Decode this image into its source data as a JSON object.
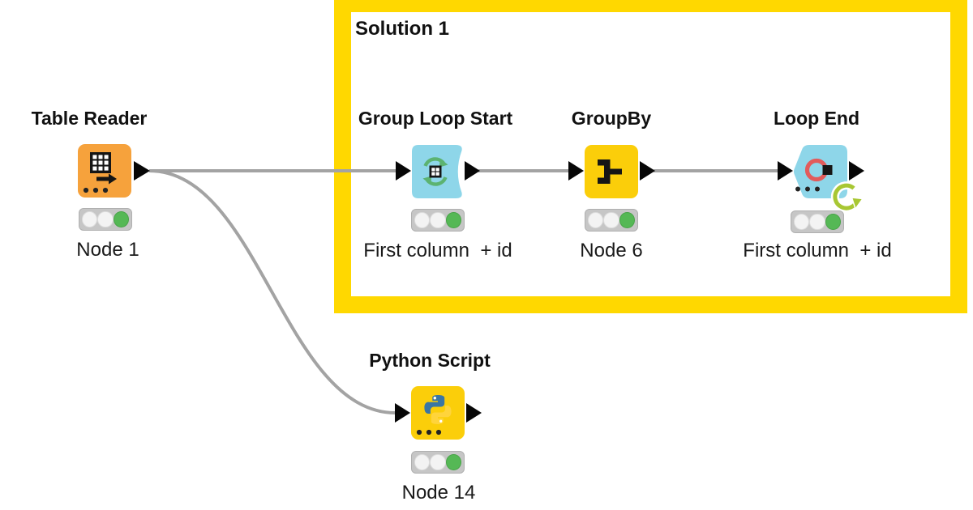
{
  "annotation": {
    "label": "Solution 1",
    "border_color": "#FFD800"
  },
  "nodes": [
    {
      "id": "table-reader",
      "title": "Table Reader",
      "label": "Node 1",
      "type": "source",
      "body_color": "#F6A23C",
      "icon": "table-arrow-icon",
      "status": "executed"
    },
    {
      "id": "group-loop-start",
      "title": "Group Loop Start",
      "label": "First column  + id",
      "type": "loop-start",
      "body_color": "#8ED6E9",
      "icon": "refresh-table-icon",
      "status": "executed"
    },
    {
      "id": "groupby",
      "title": "GroupBy",
      "label": "Node 6",
      "type": "manipulator",
      "body_color": "#FBCE0A",
      "icon": "groupby-icon",
      "status": "executed"
    },
    {
      "id": "loop-end",
      "title": "Loop End",
      "label": "First column  + id",
      "type": "loop-end",
      "body_color": "#8ED6E9",
      "icon": "loop-end-icon",
      "status": "executed",
      "decorator": "loop-arrow-icon"
    },
    {
      "id": "python-script",
      "title": "Python Script",
      "label": "Node 14",
      "type": "scripting",
      "body_color": "#FBCE0A",
      "icon": "python-icon",
      "status": "executed"
    }
  ],
  "connections": [
    {
      "from": "table-reader",
      "to": "group-loop-start"
    },
    {
      "from": "table-reader",
      "to": "python-script"
    },
    {
      "from": "group-loop-start",
      "to": "groupby"
    },
    {
      "from": "groupby",
      "to": "loop-end"
    }
  ],
  "colors": {
    "edge": "#A3A3A3",
    "port": "#070707",
    "annotation_yellow": "#FFD800",
    "node_yellow": "#FBCE0A",
    "node_cyan": "#8ED6E9",
    "node_orange": "#F6A23C",
    "traffic_background": "#C6C6C6",
    "traffic_off": "#F3F3F3",
    "traffic_green": "#55B855",
    "loop_decorator_green": "#A8C733",
    "loop_end_ring_red": "#E25B5B",
    "icon_green": "#5CB371",
    "python_blue": "#3A76A4",
    "python_yellow": "#FFD43B"
  }
}
